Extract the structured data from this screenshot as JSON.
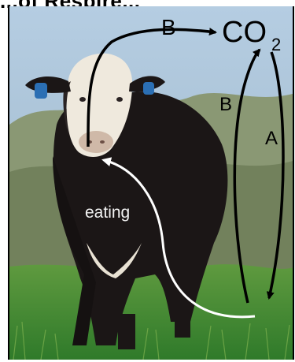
{
  "header": {
    "text": "...of Respire..."
  },
  "labels": {
    "co2_main": "CO",
    "co2_sub": "2",
    "b_top": "B",
    "b_right": "B",
    "a_right": "A",
    "eating": "eating"
  },
  "colors": {
    "sky": "#a6c0d9",
    "trees": "#7f8f6a",
    "grass": "#3f8a2f",
    "cow_body": "#1b1616",
    "cow_face": "#efe9dd",
    "ear_tag": "#2b6fb4",
    "arrow_black": "#000000",
    "arrow_white": "#ffffff"
  }
}
